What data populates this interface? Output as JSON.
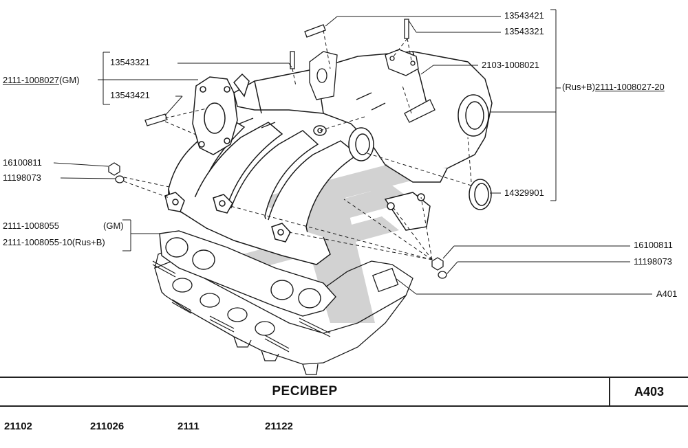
{
  "callouts": {
    "r_stud_1": "13543421",
    "r_stud_2": "13543321",
    "r_fitting": "2103-1008021",
    "r_receiver_prefix": "(Rus+B)",
    "r_receiver_code": "2111-1008027-20",
    "r_seal": "14329901",
    "r_nut": "16100811",
    "r_washer": "11198073",
    "r_cylinder_head": "A401",
    "l_stud_1": "13543321",
    "l_receiver_code": "2111-1008027",
    "l_receiver_suffix": "(GM)",
    "l_stud_2": "13543421",
    "l_nut": "16100811",
    "l_washer": "11198073",
    "l_gasket_1_code": "2111-1008055",
    "l_gasket_1_suffix": "(GM)",
    "l_gasket_2": "2111-1008055-10(Rus+B)"
  },
  "title": "РЕСИВЕР",
  "page_code": "А403",
  "models": [
    "21102",
    "211026",
    "2111",
    "21122"
  ],
  "colors": {
    "line": "#1a1a1a",
    "watermark": "#bcbcbc",
    "background": "#ffffff"
  }
}
